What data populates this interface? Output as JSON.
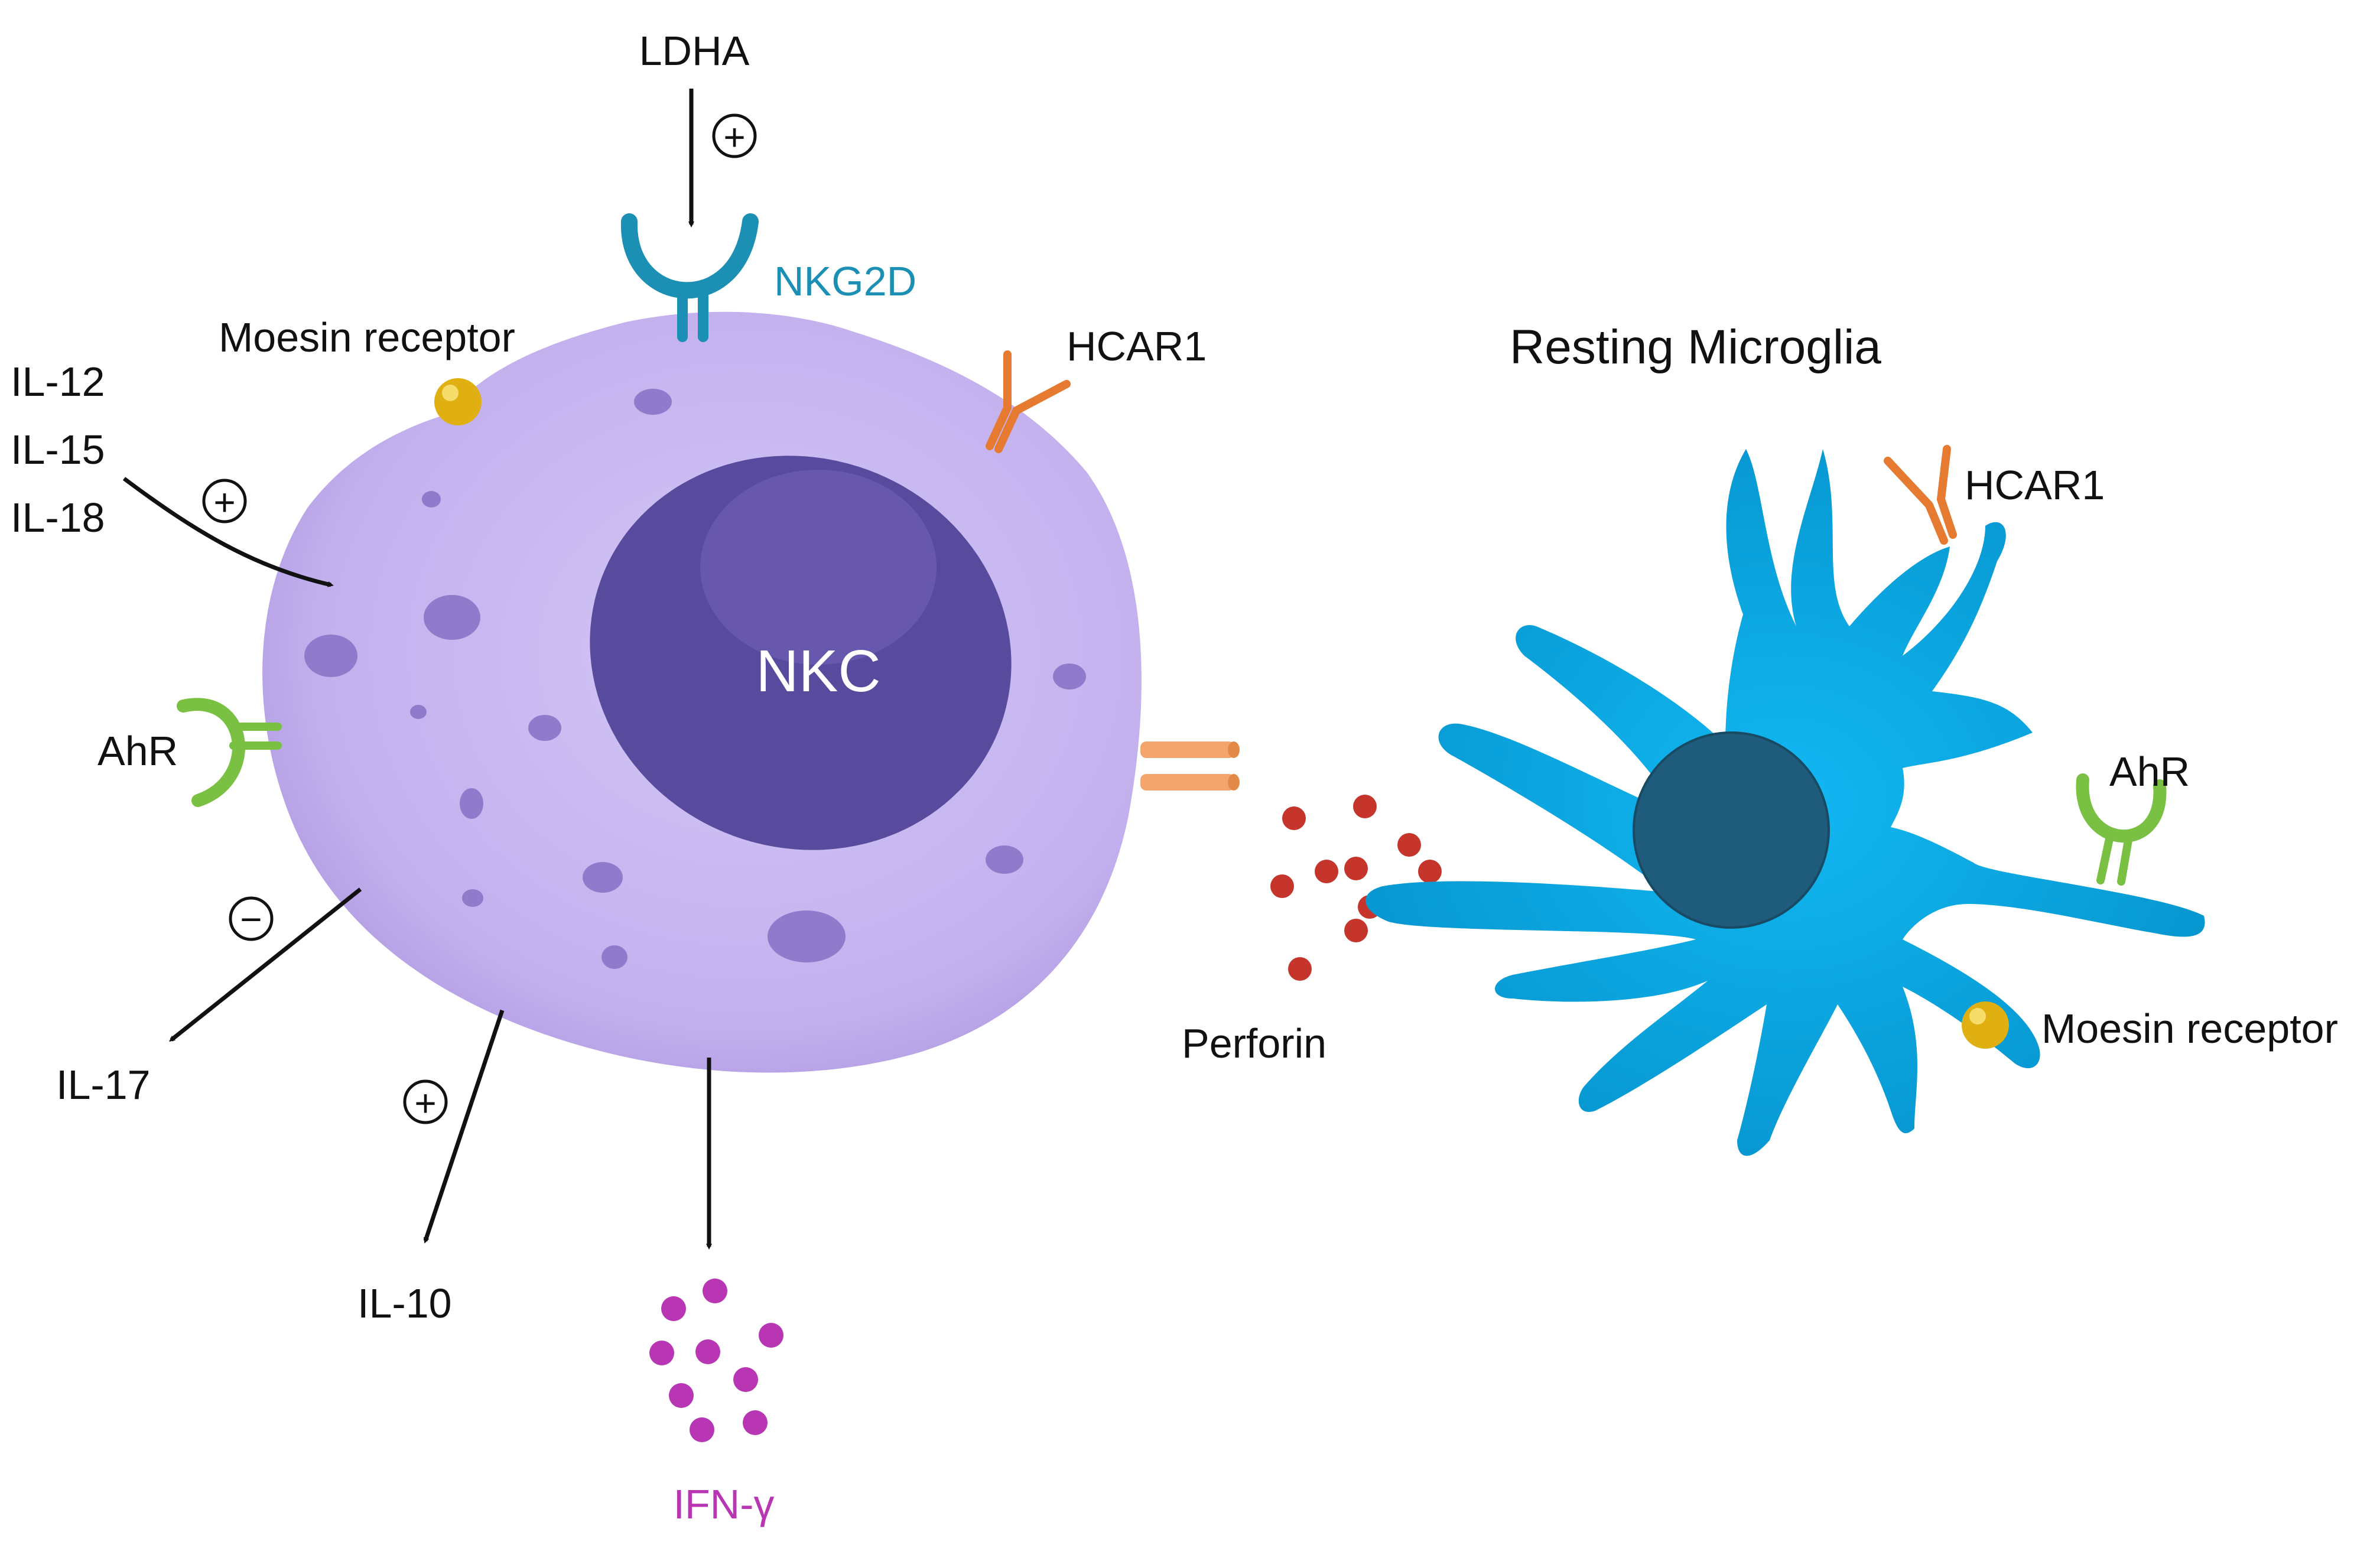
{
  "labels": {
    "ldha": "LDHA",
    "nkg2d": "NKG2D",
    "moesin_nk": "Moesin receptor",
    "hcar1_nk": "HCAR1",
    "il12": "IL-12",
    "il15": "IL-15",
    "il18": "IL-18",
    "ahr_nk": "AhR",
    "nkc": "NKC",
    "il17": "IL-17",
    "il10": "IL-10",
    "ifn": "IFN-γ",
    "perforin": "Perforin",
    "microglia_title": "Resting Microglia",
    "hcar1_mg": "HCAR1",
    "ahr_mg": "AhR",
    "moesin_mg": "Moesin receptor"
  },
  "signs": {
    "plus": "+",
    "minus": "−"
  },
  "colors": {
    "nk_cell": "#c4b3ee",
    "nk_cell_edge": "#a994dc",
    "nucleus": "#584a9c",
    "nucleus_highlight": "#6a5ab0",
    "granule": "#8f7bcc",
    "microglia": "#0a9fdc",
    "microglia_nucleus": "#1f5b7b",
    "nkg2d": "#1b8fb4",
    "hcar1": "#e57a30",
    "ahr": "#7ac143",
    "moesin": "#e0b012",
    "perforin": "#c5352c",
    "ifn": "#b836b4",
    "tube": "#f3a56d",
    "arrow": "#111111",
    "text": "#111111"
  }
}
